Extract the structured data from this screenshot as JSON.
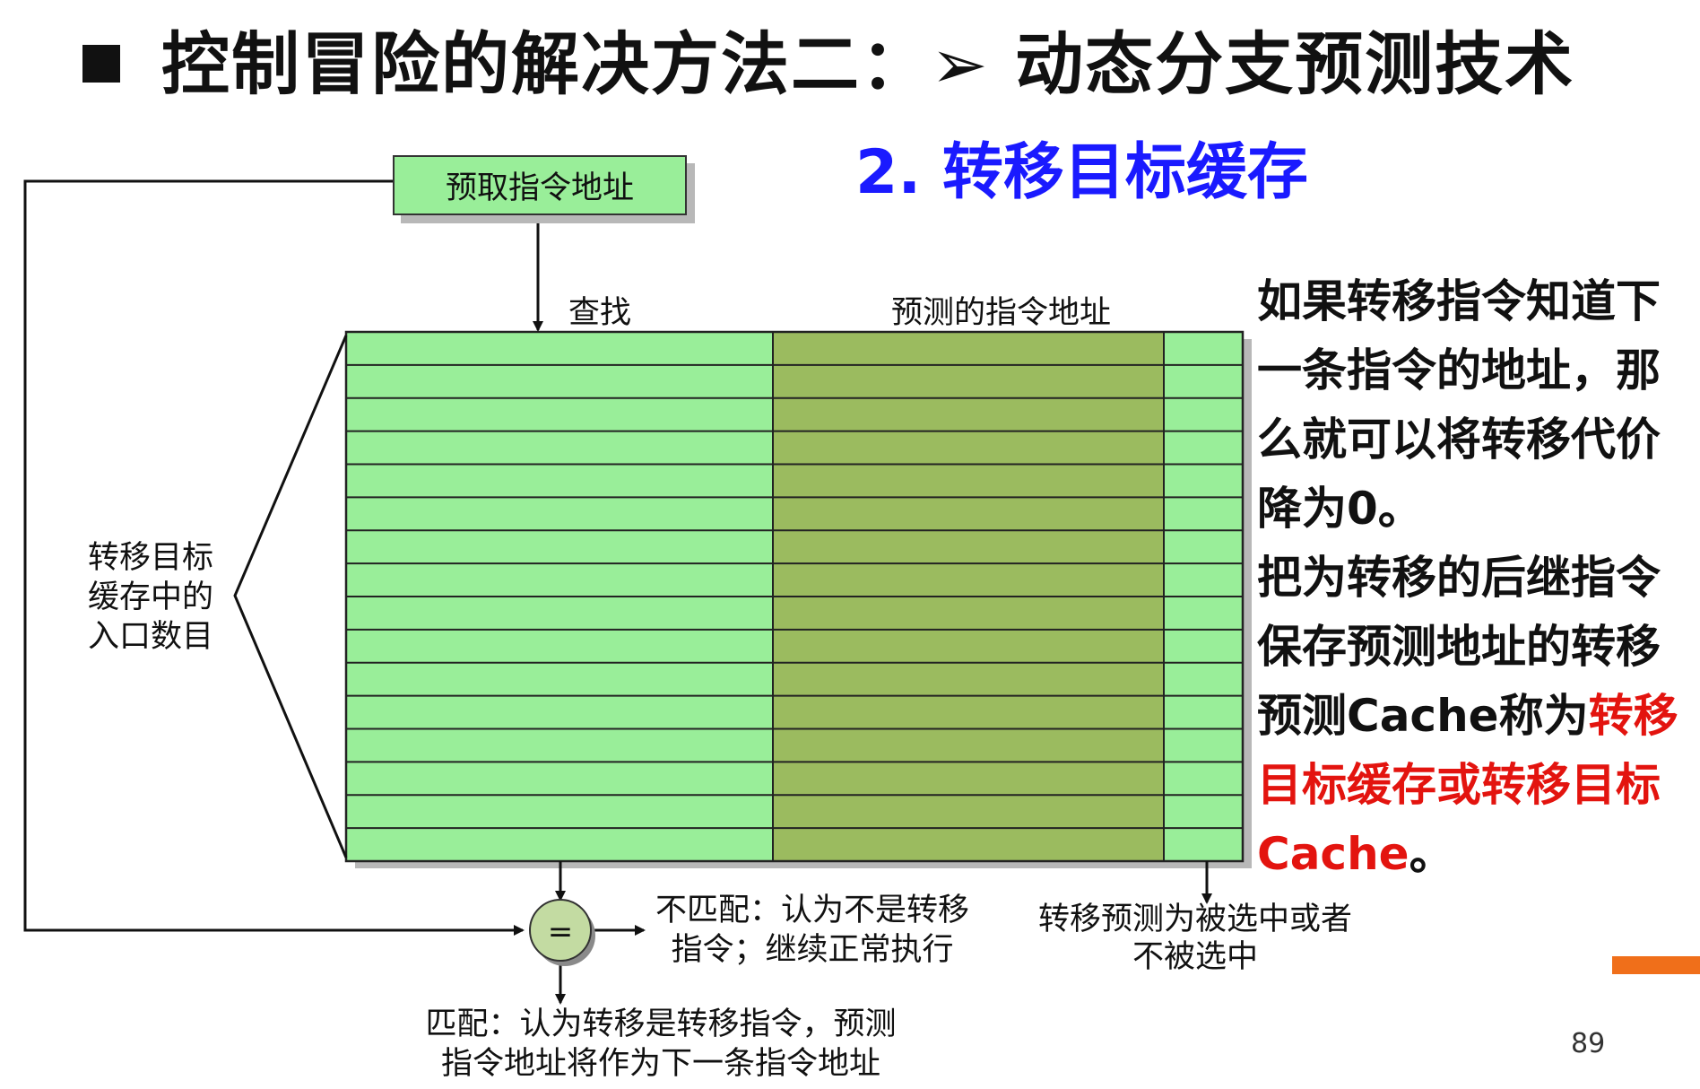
{
  "slide": {
    "title": "控制冒险的解决方法二：➢  动态分支预测技术",
    "subtitle": "2. 转移目标缓存",
    "page_number": "89"
  },
  "diagram": {
    "fetch_box": "预取指令地址",
    "lookup_label": "查找",
    "predicted_label": "预测的指令地址",
    "entries_label": [
      "转移目标",
      "缓存中的",
      "入口数目"
    ],
    "comparator_symbol": "=",
    "mismatch_label": [
      "不匹配：认为不是转移",
      "指令；继续正常执行"
    ],
    "match_label": [
      "匹配：认为转移是转移指令，预测",
      "指令地址将作为下一条指令地址"
    ],
    "prediction_bit_label": [
      "转移预测为被选中或者",
      "不被选中"
    ],
    "table_rows": 16,
    "colors": {
      "light_green": "#99ee99",
      "dark_green": "#9bbb5f",
      "comparator": "#c3dba2",
      "accent_orange": "#f06f1a"
    }
  },
  "sidebar": {
    "plain_lines": [
      "如果转移指令知道下",
      "一条指令的地址，那",
      "么就可以将转移代价",
      "降为0。",
      "把为转移的后继指令",
      "保存预测地址的转移",
      "预测Cache称为"
    ],
    "highlight_part1": "转移",
    "highlight_part2": "目标缓存或转移目标",
    "highlight_part3": "Cache",
    "tail": "。"
  }
}
